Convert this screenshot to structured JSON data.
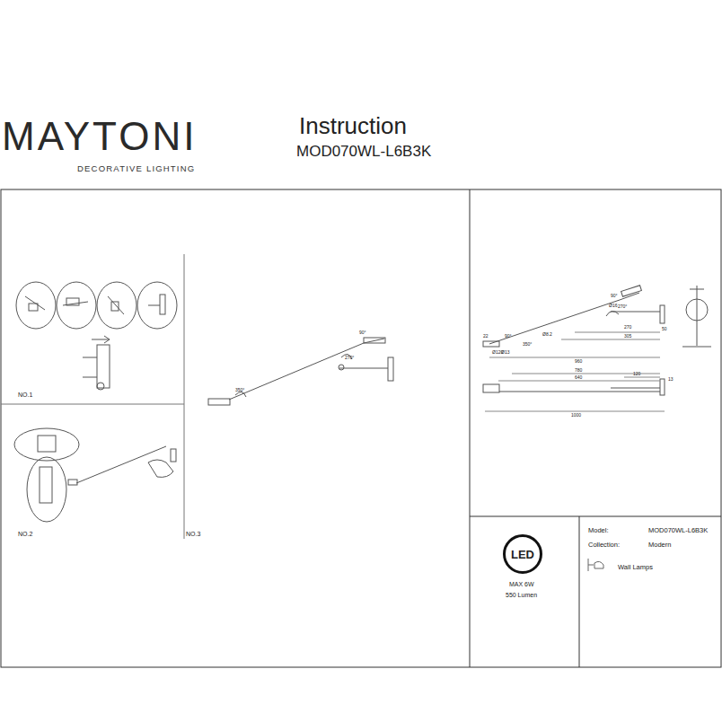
{
  "diagram": {
    "title": "Instruction",
    "nodes": [
      {
        "text": [
          "LED"
        ]
      }
    ],
    "labels": [
      "MAYTONI",
      "DECORATIVE LIGHTING",
      "MOD070WL-L6B3K",
      "NO.1",
      "NO.2",
      "NO.3",
      "90°",
      "270°",
      "350°",
      "90°",
      "Ø16",
      "270°",
      "Ø8.2",
      "22",
      "90°",
      "350°",
      "Ø120",
      "Ø13",
      "270",
      "305",
      "50",
      "960",
      "780",
      "640",
      "120",
      "13",
      "1000",
      "MAX 6W",
      "550 Lumen",
      "Model:",
      "MOD070WL-L6B3K",
      "Collection:",
      "Modern",
      "Wall Lamps"
    ]
  }
}
